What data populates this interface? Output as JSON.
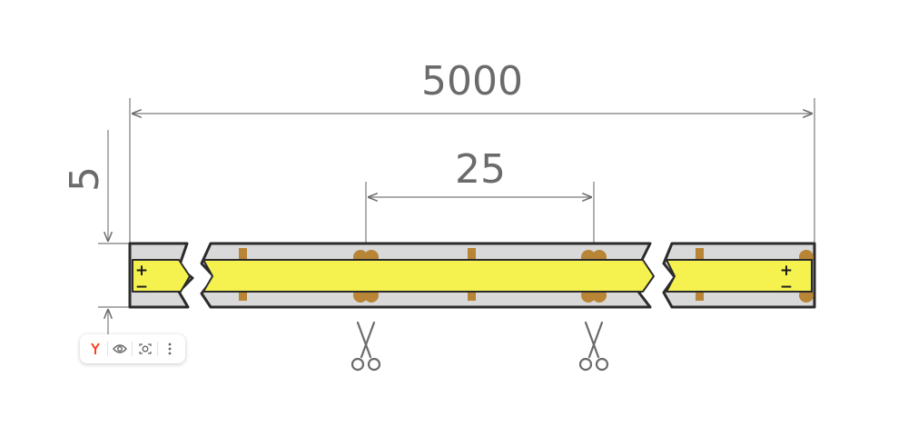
{
  "dimensions": {
    "total_length": "5000",
    "segment_length": "25",
    "width": "5"
  },
  "polarity": {
    "left_plus": "+",
    "left_minus": "−",
    "right_plus": "+",
    "right_minus": "−"
  },
  "icons": {
    "cut_marks": "scissors-icon",
    "toolbar": [
      "yandex-logo-icon",
      "eye-icon",
      "camera-search-icon",
      "more-vertical-icon"
    ]
  },
  "colors": {
    "strip_body": "#d9d9d9",
    "led_yellow": "#f5f24f",
    "copper": "#b88436",
    "outline": "#2b2b2b",
    "dimension_line": "#7a7a7a",
    "brand_red": "#fc3f1d"
  }
}
